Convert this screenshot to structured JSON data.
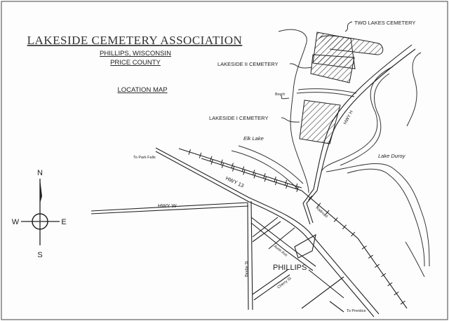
{
  "title": "LAKESIDE CEMETERY ASSOCIATION",
  "subtitle_city": "PHILLIPS, WISCONSIN",
  "subtitle_county": "PRICE COUNTY",
  "map_heading": "LOCATION MAP",
  "cemeteries": {
    "two_lakes": "TWO LAKES CEMETERY",
    "lakeside_ii": "LAKESIDE II CEMETERY",
    "lakeside_i": "LAKESIDE I CEMETERY"
  },
  "features": {
    "beach": "Beach",
    "elk_lake": "Elk Lake",
    "lake_duroy": "Lake Duroy",
    "city": "PHILLIPS"
  },
  "roads": {
    "hwy_h": "HWY H",
    "hwy_13": "HWY 13",
    "hwy_w": "HWY W",
    "railroad": "Railroad",
    "avon_ave": "Avon Ave",
    "beebe_st": "Beebe St",
    "cherry_st": "Cherry St",
    "to_park_falls": "To Park Falls",
    "to_prentice": "To Prentice"
  },
  "compass": {
    "n": "N",
    "s": "S",
    "e": "E",
    "w": "W"
  }
}
